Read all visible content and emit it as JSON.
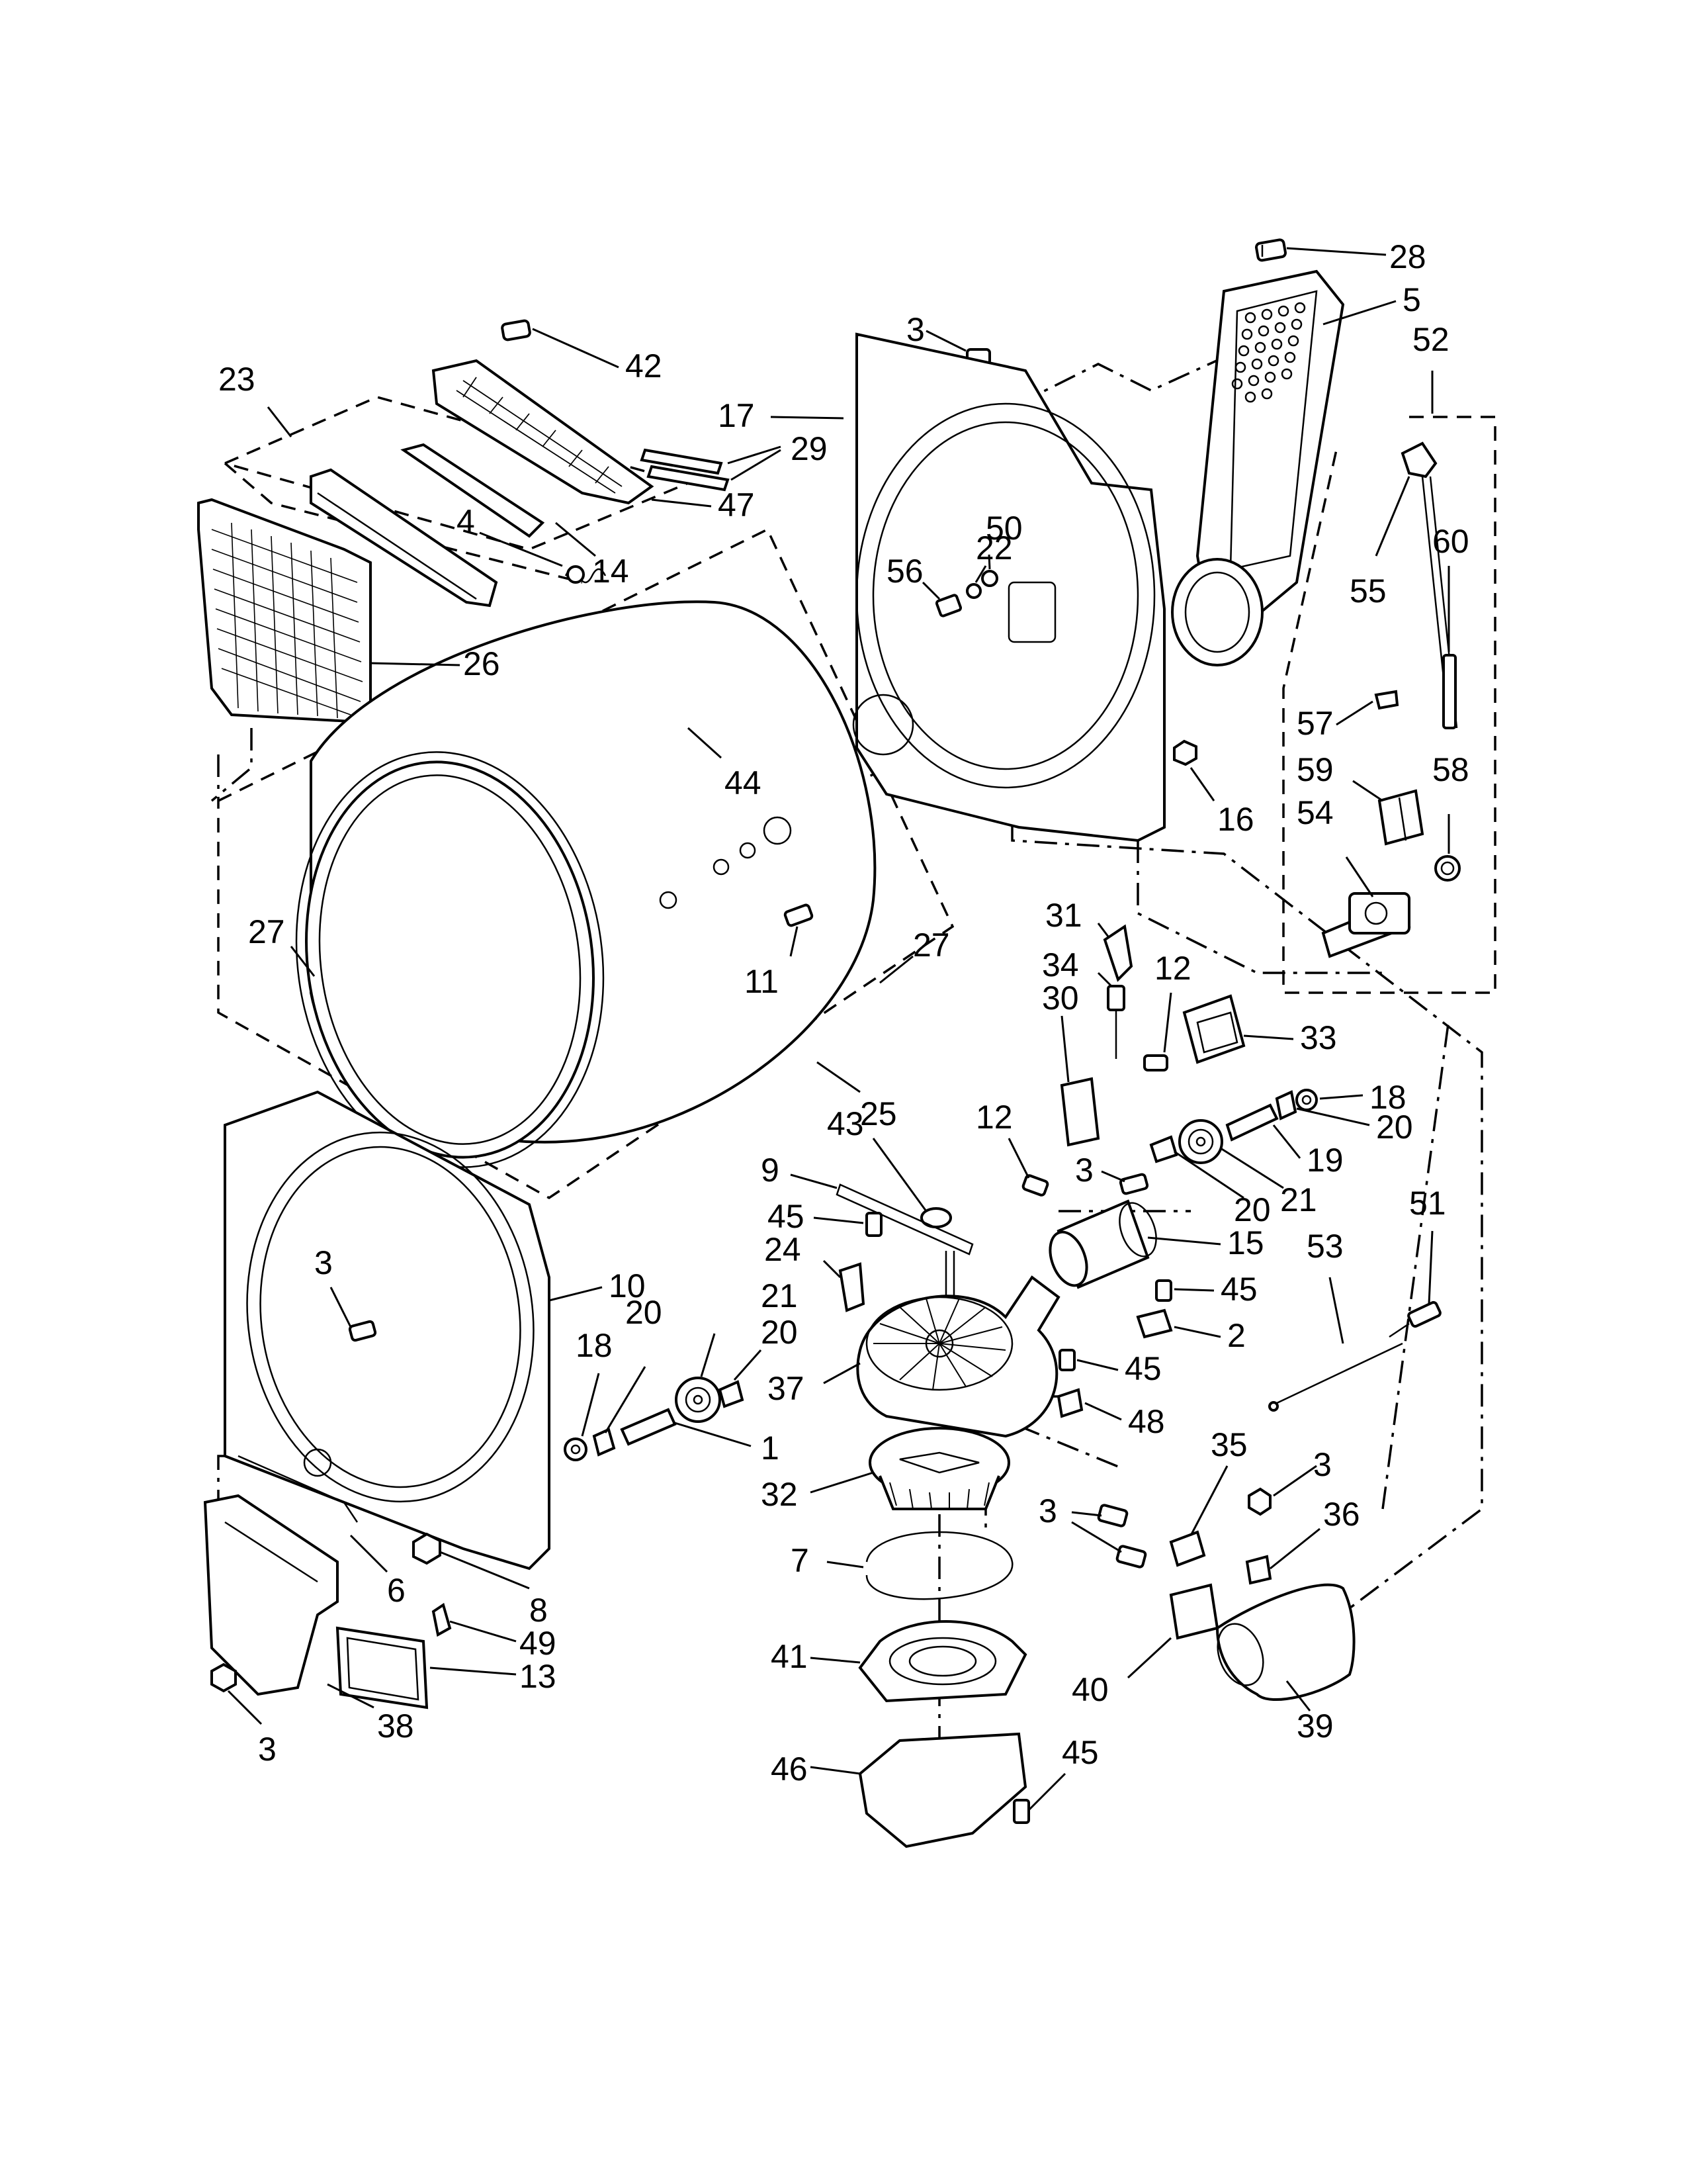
{
  "callouts": [
    {
      "id": "c28a",
      "text": "28"
    },
    {
      "id": "c5",
      "text": "5"
    },
    {
      "id": "c52",
      "text": "52"
    },
    {
      "id": "c3a",
      "text": "3"
    },
    {
      "id": "c42",
      "text": "42"
    },
    {
      "id": "c23",
      "text": "23"
    },
    {
      "id": "c17",
      "text": "17"
    },
    {
      "id": "c29",
      "text": "29"
    },
    {
      "id": "c47",
      "text": "47"
    },
    {
      "id": "c4",
      "text": "4"
    },
    {
      "id": "c14",
      "text": "14"
    },
    {
      "id": "c22",
      "text": "22"
    },
    {
      "id": "c50",
      "text": "50"
    },
    {
      "id": "c56",
      "text": "56"
    },
    {
      "id": "c55",
      "text": "55"
    },
    {
      "id": "c60",
      "text": "60"
    },
    {
      "id": "c26",
      "text": "26"
    },
    {
      "id": "c44",
      "text": "44"
    },
    {
      "id": "c57",
      "text": "57"
    },
    {
      "id": "c59",
      "text": "59"
    },
    {
      "id": "c58",
      "text": "58"
    },
    {
      "id": "c54",
      "text": "54"
    },
    {
      "id": "c16",
      "text": "16"
    },
    {
      "id": "c27a",
      "text": "27"
    },
    {
      "id": "c27b",
      "text": "27"
    },
    {
      "id": "c11",
      "text": "11"
    },
    {
      "id": "c31",
      "text": "31"
    },
    {
      "id": "c34",
      "text": "34"
    },
    {
      "id": "c12a",
      "text": "12"
    },
    {
      "id": "c33",
      "text": "33"
    },
    {
      "id": "c18a",
      "text": "18"
    },
    {
      "id": "c30",
      "text": "30"
    },
    {
      "id": "c20a",
      "text": "20"
    },
    {
      "id": "c25",
      "text": "25"
    },
    {
      "id": "c12b",
      "text": "12"
    },
    {
      "id": "c19",
      "text": "19"
    },
    {
      "id": "c43",
      "text": "43"
    },
    {
      "id": "c21a",
      "text": "21"
    },
    {
      "id": "c9",
      "text": "9"
    },
    {
      "id": "c3b",
      "text": "3"
    },
    {
      "id": "c20b",
      "text": "20"
    },
    {
      "id": "c45a",
      "text": "45"
    },
    {
      "id": "c15",
      "text": "15"
    },
    {
      "id": "c51",
      "text": "51"
    },
    {
      "id": "c24",
      "text": "24"
    },
    {
      "id": "c53",
      "text": "53"
    },
    {
      "id": "c3c",
      "text": "3"
    },
    {
      "id": "c10",
      "text": "10"
    },
    {
      "id": "c45b",
      "text": "45"
    },
    {
      "id": "c21b",
      "text": "21"
    },
    {
      "id": "c20c",
      "text": "20"
    },
    {
      "id": "c18b",
      "text": "18"
    },
    {
      "id": "c2",
      "text": "2"
    },
    {
      "id": "c20d",
      "text": "20"
    },
    {
      "id": "c37",
      "text": "37"
    },
    {
      "id": "c45c",
      "text": "45"
    },
    {
      "id": "c48",
      "text": "48"
    },
    {
      "id": "c1",
      "text": "1"
    },
    {
      "id": "c35",
      "text": "35"
    },
    {
      "id": "c3d",
      "text": "3"
    },
    {
      "id": "c32",
      "text": "32"
    },
    {
      "id": "c3e",
      "text": "3"
    },
    {
      "id": "c36",
      "text": "36"
    },
    {
      "id": "c7",
      "text": "7"
    },
    {
      "id": "c6",
      "text": "6"
    },
    {
      "id": "c8",
      "text": "8"
    },
    {
      "id": "c49",
      "text": "49"
    },
    {
      "id": "c13",
      "text": "13"
    },
    {
      "id": "c41",
      "text": "41"
    },
    {
      "id": "c40",
      "text": "40"
    },
    {
      "id": "c39",
      "text": "39"
    },
    {
      "id": "c38",
      "text": "38"
    },
    {
      "id": "c3f",
      "text": "3"
    },
    {
      "id": "c46",
      "text": "46"
    },
    {
      "id": "c45d",
      "text": "45"
    }
  ]
}
